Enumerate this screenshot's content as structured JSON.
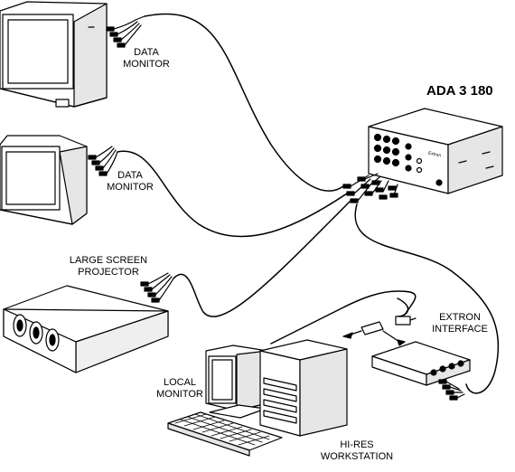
{
  "device": {
    "model": "ADA 3 180",
    "brand": "Extron"
  },
  "labels": {
    "data_monitor_1": [
      "DATA",
      "MONITOR"
    ],
    "data_monitor_2": [
      "DATA",
      "MONITOR"
    ],
    "projector": [
      "LARGE SCREEN",
      "PROJECTOR"
    ],
    "local_monitor": [
      "LOCAL",
      "MONITOR"
    ],
    "interface": [
      "EXTRON",
      "INTERFACE"
    ],
    "workstation": [
      "HI-RES",
      "WORKSTATION"
    ]
  },
  "colors": {
    "line": "#000000",
    "background": "#ffffff",
    "shade": "#c8c8c8"
  }
}
